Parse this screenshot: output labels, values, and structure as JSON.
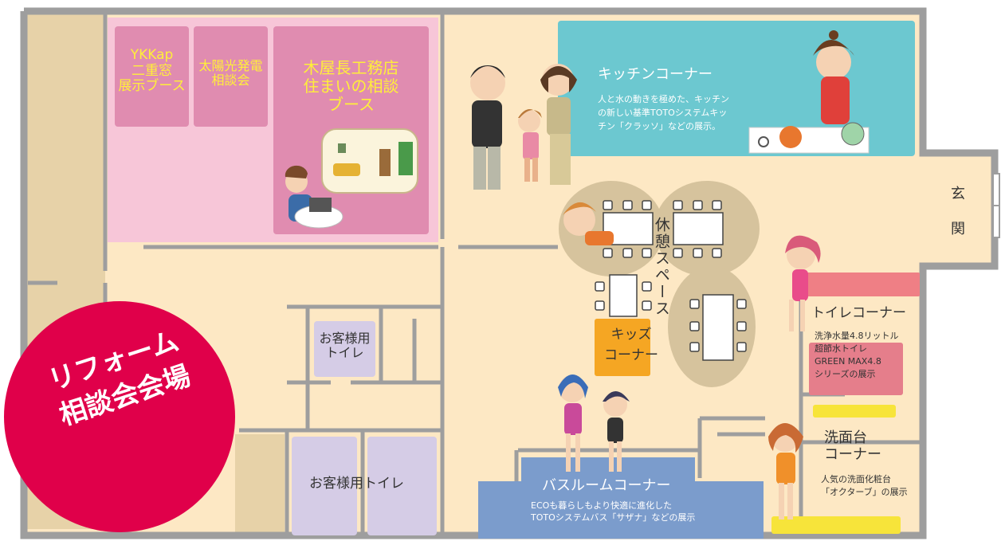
{
  "badge": {
    "line1": "リフォーム",
    "line2": "相談会会場"
  },
  "rooms": {
    "ykkap": "YKKap\n二重窓\n展示ブース",
    "solar": "太陽光発電\n相談会",
    "kiyacho": "木屋長工務店\n住まいの相談\nブース",
    "kitchen_title": "キッチンコーナー",
    "kitchen_desc": "人と水の動きを極めた、キッチン\nの新しい基準TOTOシステムキッ\nチン「クラッソ」などの展示。",
    "entrance_1": "玄",
    "entrance_2": "関",
    "rest": "休憩スペース",
    "kids": "キッズ\nコーナー",
    "guest_toilet_small": "お客様用\nトイレ",
    "guest_toilet_large": "お客様用トイレ",
    "toilet_title": "トイレコーナー",
    "toilet_desc": "洗浄水量4.8リットル\n超節水トイレ\nGREEN MAX4.8\nシリーズの展示",
    "washbasin_title": "洗面台\nコーナー",
    "washbasin_desc": "人気の洗面化粧台\n「オクターブ」の展示",
    "bath_title": "バスルームコーナー",
    "bath_desc": "ECOも暮らしもより快適に進化した\nTOTOシステムバス「サザナ」などの展示"
  },
  "colors": {
    "floor": "#fde8c4",
    "wall": "#999999",
    "pink_area": "#f7c6d8",
    "pink_booth": "#e08cb0",
    "kitchen": "#6cc8d0",
    "bath": "#7b9ccc",
    "toilet_bar": "#ef7f85",
    "toilet_box": "#e57e8b",
    "kids": "#f5a623",
    "lavender": "#d5cce6",
    "yellow_bar": "#f7e43a",
    "rest_oval": "#d6c39d",
    "badge": "#e0004a",
    "side_strip": "#e7d2a8"
  }
}
